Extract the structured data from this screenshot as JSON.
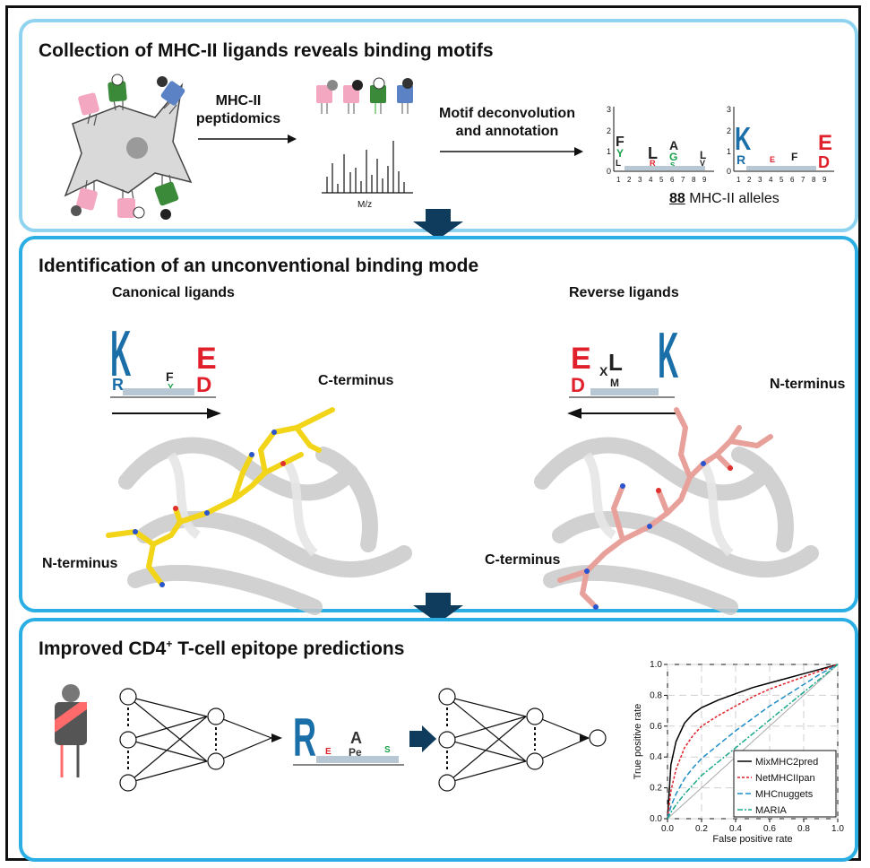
{
  "panel1": {
    "title": "Collection of MHC-II ligands reveals binding motifs",
    "step1_line1": "MHC-II",
    "step1_line2": "peptidomics",
    "step2_line1": "Motif deconvolution",
    "step2_line2": "and annotation",
    "mz_label": "M/z",
    "alleles_count": "88",
    "alleles_text": "MHC-II alleles",
    "logo_yticks": [
      "0",
      "1",
      "2",
      "3"
    ],
    "logo_positions": [
      "1",
      "2",
      "3",
      "4",
      "5",
      "6",
      "7",
      "8",
      "9"
    ]
  },
  "panel2": {
    "title": "Identification of an unconventional binding mode",
    "canonical_label": "Canonical ligands",
    "reverse_label": "Reverse ligands",
    "c_terminus": "C-terminus",
    "n_terminus": "N-terminus"
  },
  "panel3": {
    "title": "Improved CD4",
    "title_sup": "+",
    "title_rest": " T-cell epitope predictions",
    "chart_data": {
      "type": "line",
      "xlabel": "False positive rate",
      "ylabel": "True positive rate",
      "xlim": [
        0,
        1
      ],
      "ylim": [
        0,
        1
      ],
      "xticks": [
        "0.0",
        "0.2",
        "0.4",
        "0.6",
        "0.8",
        "1.0"
      ],
      "yticks": [
        "0.0",
        "0.2",
        "0.4",
        "0.6",
        "0.8",
        "1.0"
      ],
      "grid": true,
      "legend": "bottom-right",
      "x": [
        0,
        0.02,
        0.05,
        0.1,
        0.15,
        0.2,
        0.3,
        0.4,
        0.5,
        0.6,
        0.7,
        0.8,
        0.9,
        1.0
      ],
      "series": [
        {
          "name": "MixMHC2pred",
          "color": "#000000",
          "dash": "none",
          "values": [
            0,
            0.35,
            0.5,
            0.62,
            0.68,
            0.72,
            0.77,
            0.81,
            0.85,
            0.88,
            0.91,
            0.94,
            0.97,
            1.0
          ]
        },
        {
          "name": "NetMHCIIpan",
          "color": "#e0202a",
          "dash": "3,2",
          "values": [
            0,
            0.18,
            0.32,
            0.46,
            0.54,
            0.6,
            0.67,
            0.73,
            0.79,
            0.84,
            0.88,
            0.92,
            0.96,
            1.0
          ]
        },
        {
          "name": "MHCnuggets",
          "color": "#1f8ec8",
          "dash": "6,3",
          "values": [
            0,
            0.08,
            0.16,
            0.26,
            0.33,
            0.39,
            0.48,
            0.57,
            0.65,
            0.73,
            0.8,
            0.87,
            0.94,
            1.0
          ]
        },
        {
          "name": "MARIA",
          "color": "#1aa88a",
          "dash": "6,2,2,2",
          "values": [
            0,
            0.04,
            0.09,
            0.16,
            0.22,
            0.28,
            0.37,
            0.46,
            0.55,
            0.64,
            0.73,
            0.82,
            0.91,
            1.0
          ]
        }
      ]
    }
  }
}
